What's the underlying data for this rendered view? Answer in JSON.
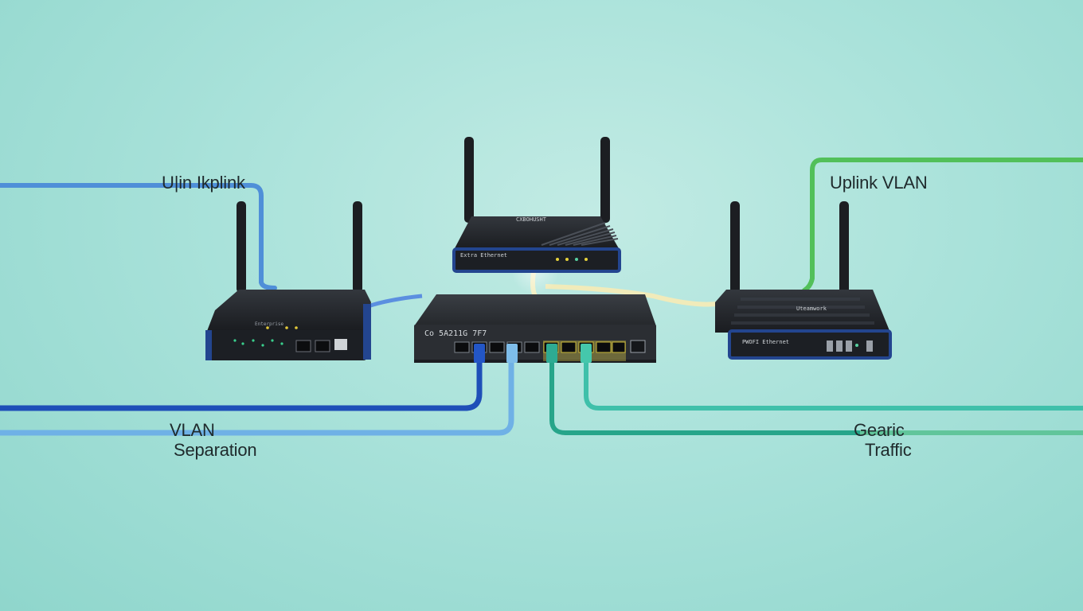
{
  "labels": {
    "top_left": "U|in Ikplink",
    "top_right": "Uplink VLAN",
    "bottom_left_line1": "VLAN",
    "bottom_left_line2": "Separation",
    "bottom_right_line1": "Gearic",
    "bottom_right_line2": "Traffic"
  },
  "devices": {
    "center_router_brand": "CXBOHUSHT",
    "center_router_front": "Extra Ethernet",
    "left_router_brand": "Enterprise",
    "right_router_brand": "Uteamwork",
    "right_router_front": "PWOFI Ethernet",
    "switch_label": "Co 5A211G 7F7"
  },
  "colors": {
    "background": "#a9e2da",
    "cable_dark_blue": "#1e4fb8",
    "cable_light_blue": "#5aa6e0",
    "cable_teal": "#21a88f",
    "cable_green": "#4fbf5a",
    "cable_cream": "#f3efc4",
    "device_body": "#1e2125",
    "device_trim": "#1f3f86"
  },
  "icons": [
    "router-icon",
    "network-switch-icon",
    "ethernet-cable-icon",
    "antenna-icon"
  ]
}
